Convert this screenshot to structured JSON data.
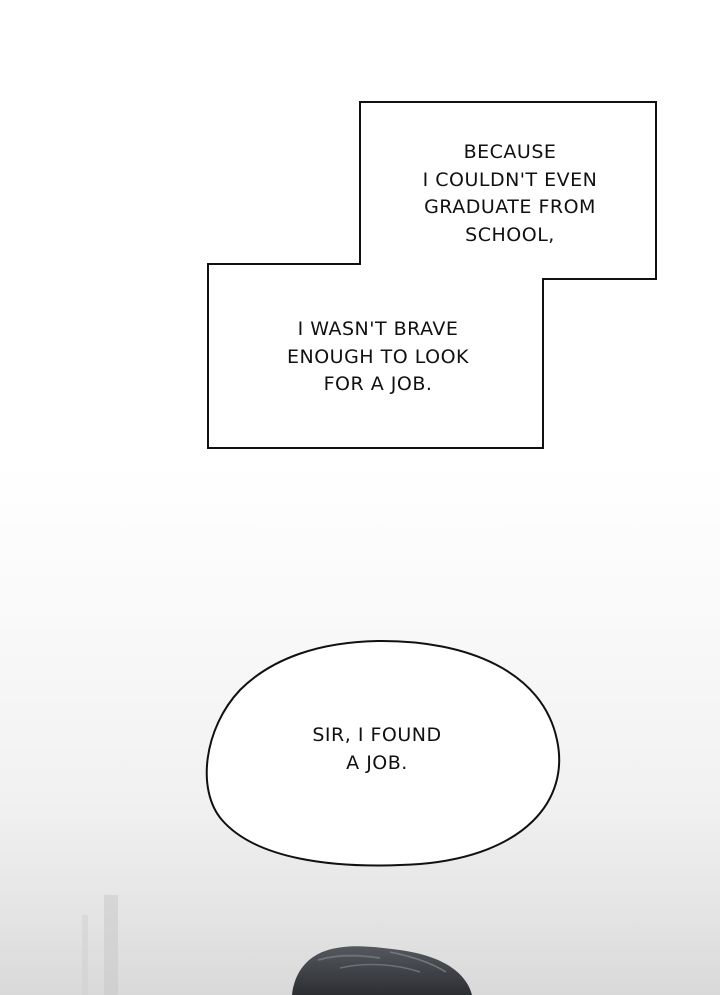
{
  "panels": {
    "caption_top": {
      "text": "BECAUSE\nI COULDN'T EVEN\nGRADUATE FROM\nSCHOOL,"
    },
    "caption_bottom": {
      "text": "I WASN'T BRAVE\nENOUGH TO LOOK\nFOR A JOB."
    },
    "speech_bubble": {
      "text": "SIR, I FOUND\nA JOB."
    }
  },
  "colors": {
    "ink": "#111111",
    "paper": "#ffffff",
    "hair": "#3a3c40"
  }
}
